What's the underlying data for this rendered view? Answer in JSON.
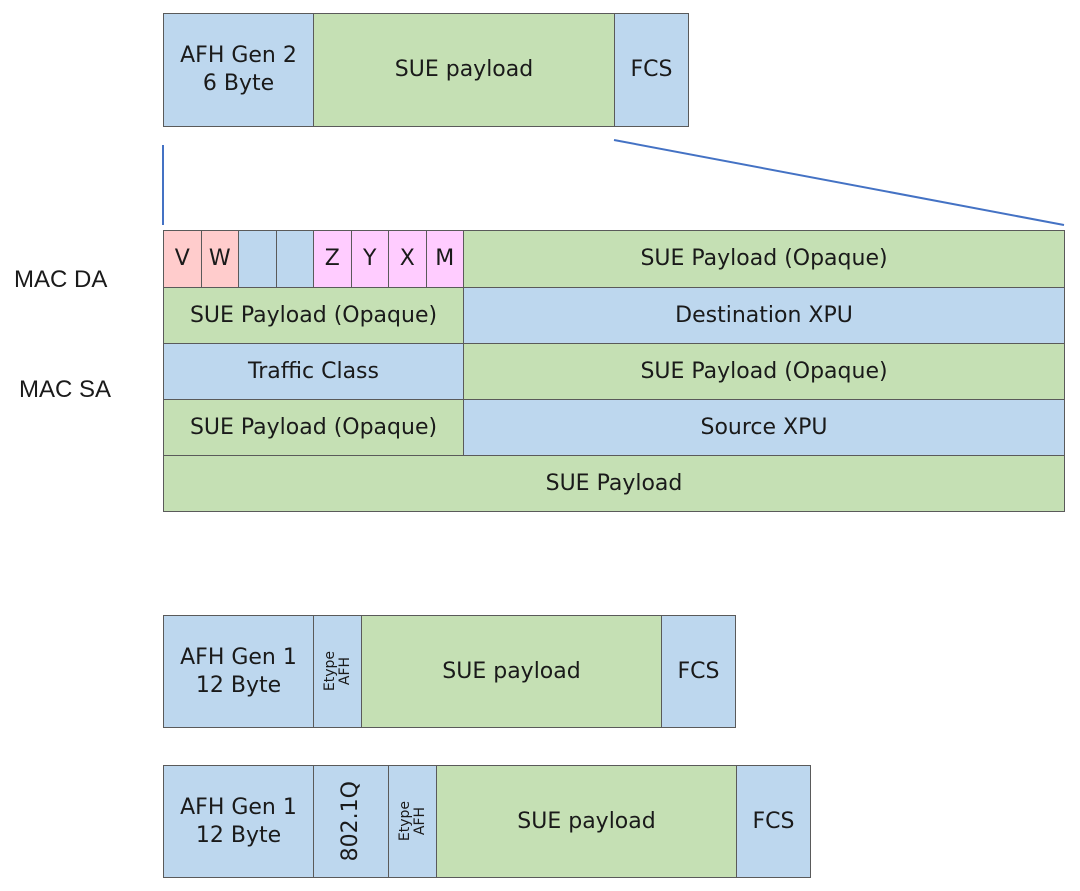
{
  "diagram": {
    "gen2_packet": {
      "fields": [
        {
          "label": "AFH Gen 2\n6 Byte",
          "color": "#bdd7ee"
        },
        {
          "label": "SUE payload",
          "color": "#c5e0b4"
        },
        {
          "label": "FCS",
          "color": "#bdd7ee"
        }
      ]
    },
    "side_labels": {
      "mac_da": "MAC DA",
      "mac_sa": "MAC SA"
    },
    "expanded_header": {
      "row1_bits": [
        {
          "label": "V",
          "color": "#ffcccc"
        },
        {
          "label": "W",
          "color": "#ffcccc"
        },
        {
          "label": "",
          "color": "#bdd7ee"
        },
        {
          "label": "",
          "color": "#bdd7ee"
        },
        {
          "label": "Z",
          "color": "#ffccff"
        },
        {
          "label": "Y",
          "color": "#ffccff"
        },
        {
          "label": "X",
          "color": "#ffccff"
        },
        {
          "label": "M",
          "color": "#ffccff"
        }
      ],
      "row1_right": "SUE Payload (Opaque)",
      "row2_left": "SUE Payload (Opaque)",
      "row2_right": "Destination XPU",
      "row3_left": "Traffic Class",
      "row3_right": "SUE Payload (Opaque)",
      "row4_left": "SUE Payload (Opaque)",
      "row4_right": "Source XPU",
      "row5": "SUE Payload"
    },
    "gen1_packet": {
      "afh": "AFH Gen 1\n12 Byte",
      "etype": "Etype\nAFH",
      "payload": "SUE payload",
      "fcs": "FCS"
    },
    "gen1_vlan_packet": {
      "afh": "AFH Gen 1\n12 Byte",
      "vlan": "802.1Q",
      "etype": "Etype\nAFH",
      "payload": "SUE payload",
      "fcs": "FCS"
    },
    "colors": {
      "header_blue": "#bdd7ee",
      "payload_green": "#c5e0b4",
      "bit_pink": "#ffcccc",
      "bit_magenta": "#ffccff",
      "zoom_line": "#4472c4"
    }
  }
}
